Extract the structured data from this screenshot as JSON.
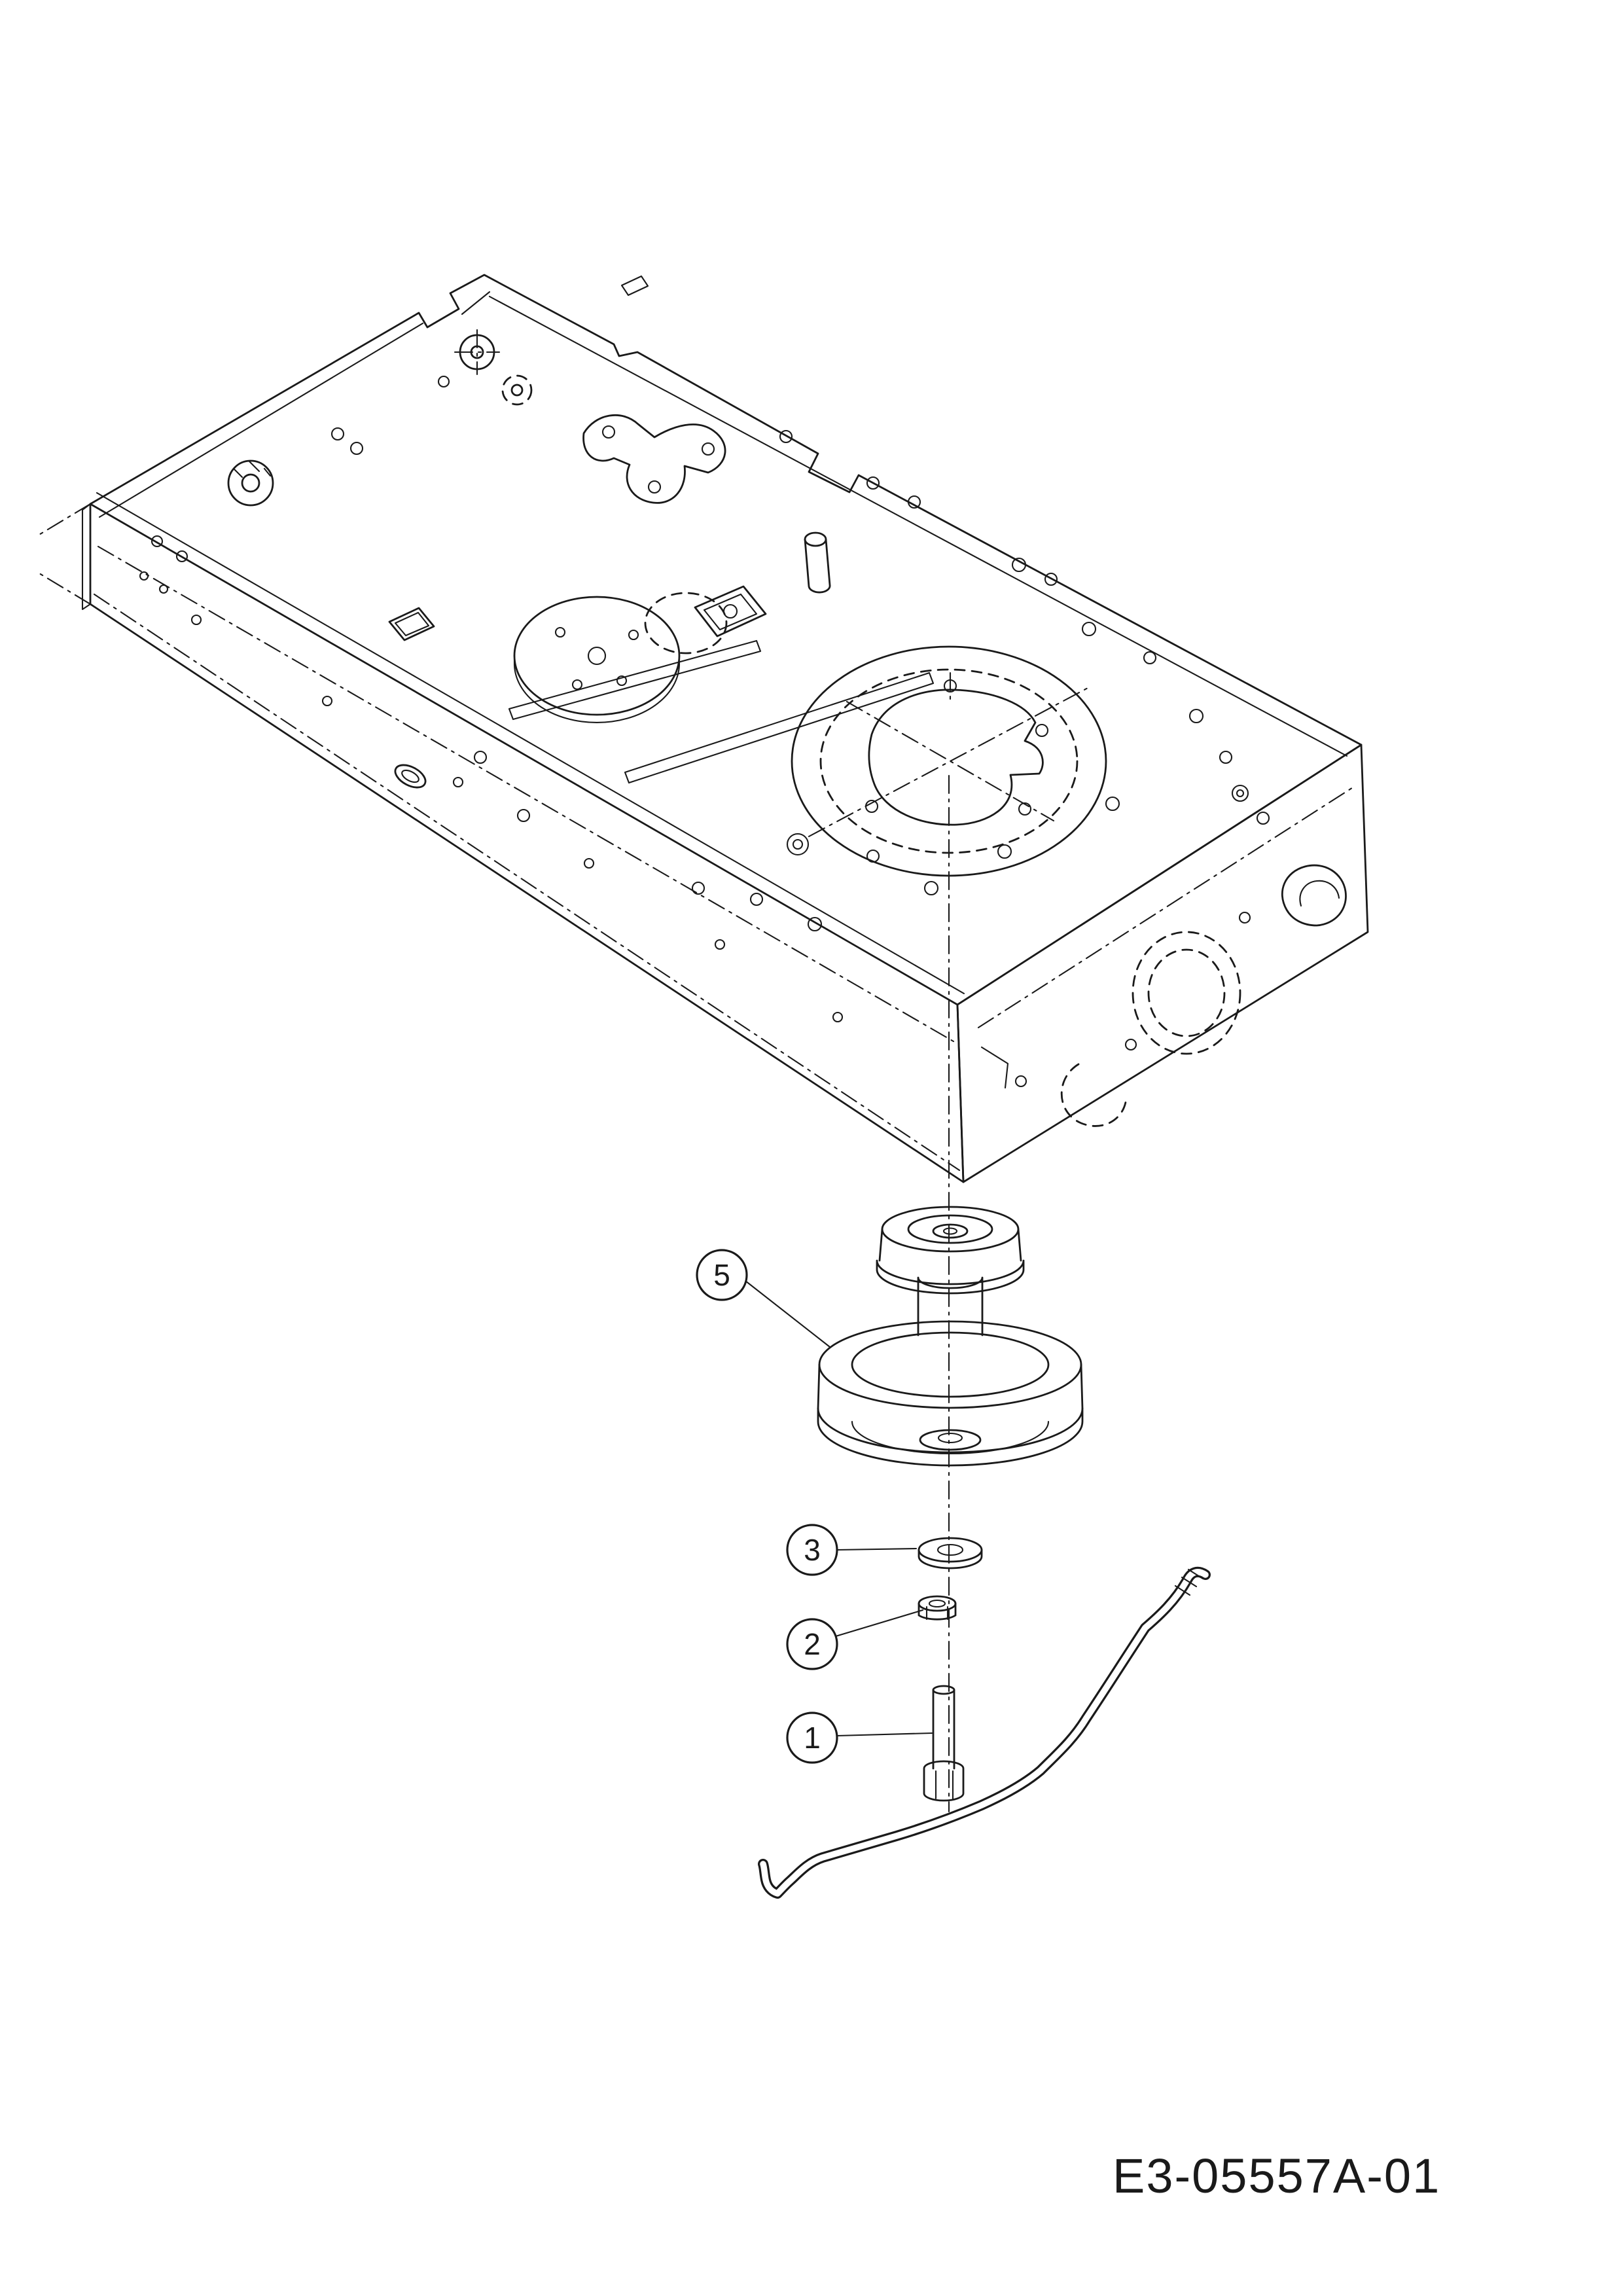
{
  "diagram": {
    "part_code": "E3-05557A-01",
    "callouts": [
      {
        "label": "5"
      },
      {
        "label": "3"
      },
      {
        "label": "2"
      },
      {
        "label": "1"
      }
    ],
    "colors": {
      "line": "#1a1a1a",
      "background": "#ffffff"
    }
  }
}
